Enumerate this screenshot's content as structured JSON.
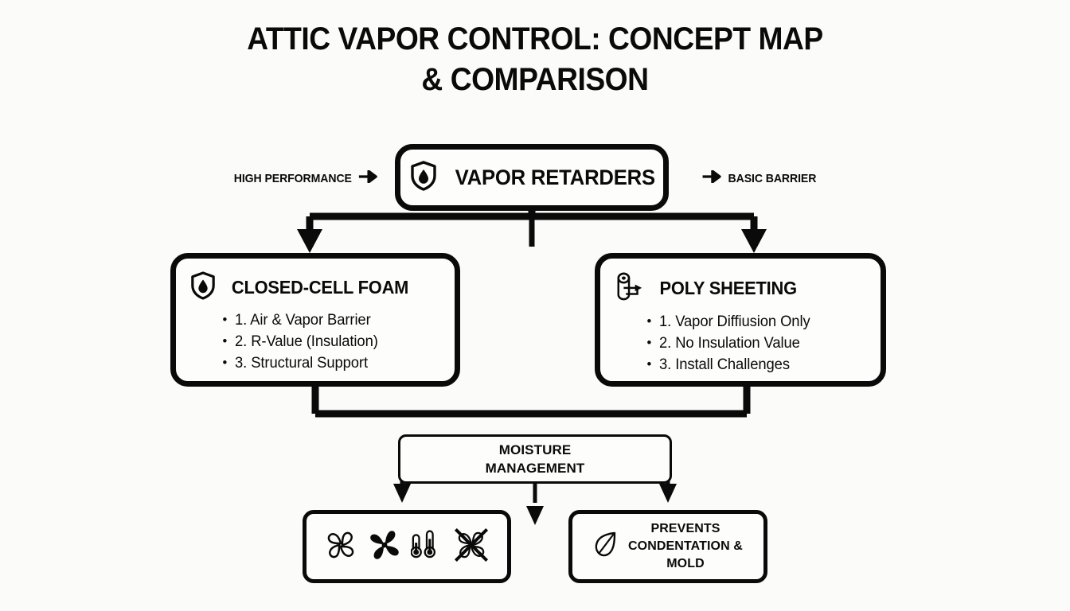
{
  "title": {
    "line1": "ATTIC VAPOR CONTROL: CONCEPT MAP",
    "line2": "& COMPARISON"
  },
  "colors": {
    "background": "#fbfbf9",
    "stroke": "#0a0a0a",
    "node_fill": "#fdfdfb"
  },
  "root": {
    "label": "VAPOR RETARDERS",
    "icon": "shield-droplet-icon"
  },
  "side_labels": {
    "left": {
      "text": "HIGH PERFORMANCE",
      "icon": "arrow-right-icon"
    },
    "right": {
      "text": "BASIC BARRIER",
      "icon": "arrow-right-icon"
    }
  },
  "branches": [
    {
      "id": "closed-cell-foam",
      "title": "CLOSED-CELL FOAM",
      "icon": "shield-droplet-icon",
      "bullets": [
        "1. Air & Vapor Barrier",
        "2. R-Value (Insulation)",
        "3. Structural Support"
      ]
    },
    {
      "id": "poly-sheeting",
      "title": "POLY SHEETING",
      "icon": "roll-unroll-icon",
      "bullets": [
        "1. Vapor Diffiusion Only",
        "2. No Insulation Value",
        "3. Install Challenges"
      ]
    }
  ],
  "moisture": {
    "line1": "MOISTURE",
    "line2": "MANAGEMENT"
  },
  "icon_box": {
    "icons": [
      "fan-outline-icon",
      "fan-filled-icon",
      "thermometers-icon",
      "no-fan-crossed-icon"
    ]
  },
  "prevents": {
    "icon": "leaf-icon",
    "line1": "PREVENTS",
    "line2": "CONDENTATION &",
    "line3": "MOLD"
  }
}
